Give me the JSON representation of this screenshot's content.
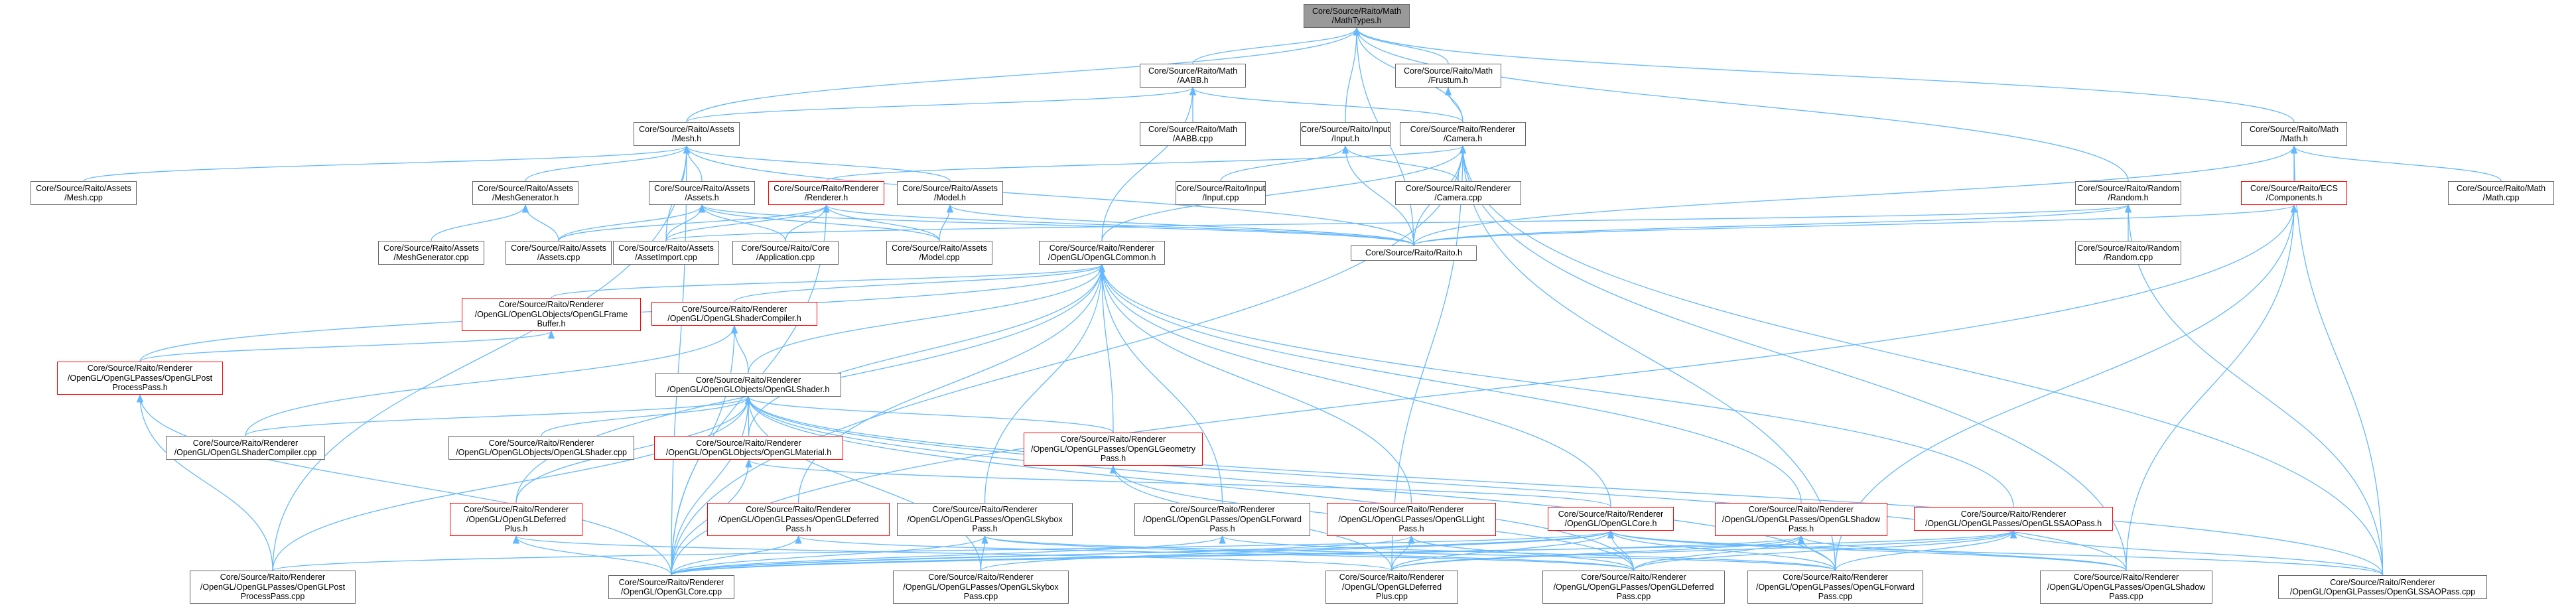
{
  "colors": {
    "edge": "#63b8ff",
    "node_border": "#666666",
    "highlight_border": "#ff0000",
    "root_fill": "#999999"
  },
  "nodes": {
    "mathtypes": [
      "Core/Source/Raito/Math",
      "/MathTypes.h"
    ],
    "aabb_h": [
      "Core/Source/Raito/Math",
      "/AABB.h"
    ],
    "frustum_h": [
      "Core/Source/Raito/Math",
      "/Frustum.h"
    ],
    "input_h": [
      "Core/Source/Raito/Input",
      "/Input.h"
    ],
    "camera_h": [
      "Core/Source/Raito/Renderer",
      "/Camera.h"
    ],
    "math_h": [
      "Core/Source/Raito/Math",
      "/Math.h"
    ],
    "mesh_h": [
      "Core/Source/Raito/Assets",
      "/Mesh.h"
    ],
    "aabb_cpp": [
      "Core/Source/Raito/Math",
      "/AABB.cpp"
    ],
    "input_cpp": [
      "Core/Source/Raito/Input",
      "/Input.cpp"
    ],
    "camera_cpp": [
      "Core/Source/Raito/Renderer",
      "/Camera.cpp"
    ],
    "random_h": [
      "Core/Source/Raito/Random",
      "/Random.h"
    ],
    "ecs_components_h": [
      "Core/Source/Raito/ECS",
      "/Components.h"
    ],
    "math_cpp": [
      "Core/Source/Raito/Math",
      "/Math.cpp"
    ],
    "mesh_cpp": [
      "Core/Source/Raito/Assets",
      "/Mesh.cpp"
    ],
    "meshgen_h": [
      "Core/Source/Raito/Assets",
      "/MeshGenerator.h"
    ],
    "assets_h": [
      "Core/Source/Raito/Assets",
      "/Assets.h"
    ],
    "renderer_h": [
      "Core/Source/Raito/Renderer",
      "/Renderer.h"
    ],
    "model_h": [
      "Core/Source/Raito/Assets",
      "/Model.h"
    ],
    "meshgen_cpp": [
      "Core/Source/Raito/Assets",
      "/MeshGenerator.cpp"
    ],
    "assets_cpp": [
      "Core/Source/Raito/Assets",
      "/Assets.cpp"
    ],
    "assetimport_cpp": [
      "Core/Source/Raito/Assets",
      "/AssetImport.cpp"
    ],
    "application_cpp": [
      "Core/Source/Raito/Core",
      "/Application.cpp"
    ],
    "model_cpp": [
      "Core/Source/Raito/Assets",
      "/Model.cpp"
    ],
    "raito_h": [
      "Core/Source/Raito/Raito.h"
    ],
    "random_cpp": [
      "Core/Source/Raito/Random",
      "/Random.cpp"
    ],
    "gl_common_h": [
      "Core/Source/Raito/Renderer",
      "/OpenGL/OpenGLCommon.h"
    ],
    "gl_framebuffer_h": [
      "Core/Source/Raito/Renderer",
      "/OpenGL/OpenGLObjects/OpenGLFrame",
      "Buffer.h"
    ],
    "gl_shadercompiler_h": [
      "Core/Source/Raito/Renderer",
      "/OpenGL/OpenGLShaderCompiler.h"
    ],
    "gl_postprocess_h": [
      "Core/Source/Raito/Renderer",
      "/OpenGL/OpenGLPasses/OpenGLPost",
      "ProcessPass.h"
    ],
    "gl_shader_h": [
      "Core/Source/Raito/Renderer",
      "/OpenGL/OpenGLObjects/OpenGLShader.h"
    ],
    "gl_shadercompiler_cpp": [
      "Core/Source/Raito/Renderer",
      "/OpenGL/OpenGLShaderCompiler.cpp"
    ],
    "gl_shader_cpp": [
      "Core/Source/Raito/Renderer",
      "/OpenGL/OpenGLObjects/OpenGLShader.cpp"
    ],
    "gl_material_h": [
      "Core/Source/Raito/Renderer",
      "/OpenGL/OpenGLObjects/OpenGLMaterial.h"
    ],
    "gl_geometry_h": [
      "Core/Source/Raito/Renderer",
      "/OpenGL/OpenGLPasses/OpenGLGeometry",
      "Pass.h"
    ],
    "gl_defplus_h": [
      "Core/Source/Raito/Renderer",
      "/OpenGL/OpenGLDeferred",
      "Plus.h"
    ],
    "gl_defpass_h": [
      "Core/Source/Raito/Renderer",
      "/OpenGL/OpenGLPasses/OpenGLDeferred",
      "Pass.h"
    ],
    "gl_skybox_h": [
      "Core/Source/Raito/Renderer",
      "/OpenGL/OpenGLPasses/OpenGLSkybox",
      "Pass.h"
    ],
    "gl_forward_h": [
      "Core/Source/Raito/Renderer",
      "/OpenGL/OpenGLPasses/OpenGLForward",
      "Pass.h"
    ],
    "gl_light_h": [
      "Core/Source/Raito/Renderer",
      "/OpenGL/OpenGLPasses/OpenGLLight",
      "Pass.h"
    ],
    "gl_core_h": [
      "Core/Source/Raito/Renderer",
      "/OpenGL/OpenGLCore.h"
    ],
    "gl_shadow_h": [
      "Core/Source/Raito/Renderer",
      "/OpenGL/OpenGLPasses/OpenGLShadow",
      "Pass.h"
    ],
    "gl_ssao_h": [
      "Core/Source/Raito/Renderer",
      "/OpenGL/OpenGLPasses/OpenGLSSAOPass.h"
    ],
    "gl_postprocess_cpp": [
      "Core/Source/Raito/Renderer",
      "/OpenGL/OpenGLPasses/OpenGLPost",
      "ProcessPass.cpp"
    ],
    "gl_core_cpp": [
      "Core/Source/Raito/Renderer",
      "/OpenGL/OpenGLCore.cpp"
    ],
    "gl_skybox_cpp": [
      "Core/Source/Raito/Renderer",
      "/OpenGL/OpenGLPasses/OpenGLSkybox",
      "Pass.cpp"
    ],
    "gl_defplus_cpp": [
      "Core/Source/Raito/Renderer",
      "/OpenGL/OpenGLDeferred",
      "Plus.cpp"
    ],
    "gl_defpass_cpp": [
      "Core/Source/Raito/Renderer",
      "/OpenGL/OpenGLPasses/OpenGLDeferred",
      "Pass.cpp"
    ],
    "gl_forward_cpp": [
      "Core/Source/Raito/Renderer",
      "/OpenGL/OpenGLPasses/OpenGLForward",
      "Pass.cpp"
    ],
    "gl_shadow_cpp": [
      "Core/Source/Raito/Renderer",
      "/OpenGL/OpenGLPasses/OpenGLShadow",
      "Pass.cpp"
    ],
    "gl_ssao_cpp": [
      "Core/Source/Raito/Renderer",
      "/OpenGL/OpenGLPasses/OpenGLSSAOPass.cpp"
    ]
  },
  "edges": [
    [
      "aabb_h",
      "mathtypes"
    ],
    [
      "frustum_h",
      "mathtypes"
    ],
    [
      "input_h",
      "mathtypes"
    ],
    [
      "camera_h",
      "mathtypes"
    ],
    [
      "math_h",
      "mathtypes"
    ],
    [
      "mesh_h",
      "mathtypes"
    ],
    [
      "random_h",
      "mathtypes"
    ],
    [
      "raito_h",
      "mathtypes"
    ],
    [
      "aabb_cpp",
      "aabb_h"
    ],
    [
      "mesh_h",
      "aabb_h"
    ],
    [
      "camera_h",
      "aabb_h"
    ],
    [
      "gl_common_h",
      "aabb_h"
    ],
    [
      "camera_h",
      "frustum_h"
    ],
    [
      "input_cpp",
      "input_h"
    ],
    [
      "camera_cpp",
      "input_h"
    ],
    [
      "raito_h",
      "input_h"
    ],
    [
      "camera_cpp",
      "camera_h"
    ],
    [
      "renderer_h",
      "camera_h"
    ],
    [
      "raito_h",
      "camera_h"
    ],
    [
      "gl_common_h",
      "camera_h"
    ],
    [
      "gl_core_cpp",
      "camera_h"
    ],
    [
      "gl_defplus_cpp",
      "camera_h"
    ],
    [
      "gl_forward_cpp",
      "camera_h"
    ],
    [
      "gl_shadow_cpp",
      "camera_h"
    ],
    [
      "gl_ssao_cpp",
      "camera_h"
    ],
    [
      "math_cpp",
      "math_h"
    ],
    [
      "ecs_components_h",
      "math_h"
    ],
    [
      "raito_h",
      "math_h"
    ],
    [
      "gl_ssao_cpp",
      "math_h"
    ],
    [
      "mesh_cpp",
      "mesh_h"
    ],
    [
      "meshgen_h",
      "mesh_h"
    ],
    [
      "assets_h",
      "mesh_h"
    ],
    [
      "model_h",
      "mesh_h"
    ],
    [
      "raito_h",
      "mesh_h"
    ],
    [
      "assetimport_cpp",
      "mesh_h"
    ],
    [
      "gl_core_cpp",
      "mesh_h"
    ],
    [
      "gl_postprocess_cpp",
      "mesh_h"
    ],
    [
      "meshgen_cpp",
      "meshgen_h"
    ],
    [
      "assets_cpp",
      "meshgen_h"
    ],
    [
      "assets_cpp",
      "assets_h"
    ],
    [
      "assetimport_cpp",
      "assets_h"
    ],
    [
      "application_cpp",
      "assets_h"
    ],
    [
      "model_cpp",
      "assets_h"
    ],
    [
      "raito_h",
      "assets_h"
    ],
    [
      "assets_cpp",
      "renderer_h"
    ],
    [
      "assetimport_cpp",
      "renderer_h"
    ],
    [
      "application_cpp",
      "renderer_h"
    ],
    [
      "model_cpp",
      "renderer_h"
    ],
    [
      "raito_h",
      "renderer_h"
    ],
    [
      "gl_core_cpp",
      "renderer_h"
    ],
    [
      "model_cpp",
      "model_h"
    ],
    [
      "raito_h",
      "model_h"
    ],
    [
      "random_cpp",
      "random_h"
    ],
    [
      "raito_h",
      "random_h"
    ],
    [
      "assetimport_cpp",
      "random_h"
    ],
    [
      "gl_ssao_cpp",
      "random_h"
    ],
    [
      "raito_h",
      "ecs_components_h"
    ],
    [
      "gl_core_cpp",
      "ecs_components_h"
    ],
    [
      "gl_forward_cpp",
      "ecs_components_h"
    ],
    [
      "gl_shadow_cpp",
      "ecs_components_h"
    ],
    [
      "gl_framebuffer_h",
      "gl_common_h"
    ],
    [
      "gl_shadercompiler_h",
      "gl_common_h"
    ],
    [
      "gl_postprocess_h",
      "gl_common_h"
    ],
    [
      "gl_shader_h",
      "gl_common_h"
    ],
    [
      "gl_material_h",
      "gl_common_h"
    ],
    [
      "gl_geometry_h",
      "gl_common_h"
    ],
    [
      "gl_defplus_h",
      "gl_common_h"
    ],
    [
      "gl_defpass_h",
      "gl_common_h"
    ],
    [
      "gl_skybox_h",
      "gl_common_h"
    ],
    [
      "gl_forward_h",
      "gl_common_h"
    ],
    [
      "gl_light_h",
      "gl_common_h"
    ],
    [
      "gl_core_h",
      "gl_common_h"
    ],
    [
      "gl_shadow_h",
      "gl_common_h"
    ],
    [
      "gl_ssao_h",
      "gl_common_h"
    ],
    [
      "gl_postprocess_h",
      "gl_framebuffer_h"
    ],
    [
      "gl_shader_h",
      "gl_shadercompiler_h"
    ],
    [
      "gl_shadercompiler_cpp",
      "gl_shadercompiler_h"
    ],
    [
      "gl_core_cpp",
      "gl_shadercompiler_h"
    ],
    [
      "gl_postprocess_cpp",
      "gl_postprocess_h"
    ],
    [
      "gl_core_cpp",
      "gl_postprocess_h"
    ],
    [
      "gl_shadercompiler_cpp",
      "gl_shader_h"
    ],
    [
      "gl_shader_cpp",
      "gl_shader_h"
    ],
    [
      "gl_material_h",
      "gl_shader_h"
    ],
    [
      "gl_geometry_h",
      "gl_shader_h"
    ],
    [
      "gl_defplus_h",
      "gl_shader_h"
    ],
    [
      "gl_core_cpp",
      "gl_shader_h"
    ],
    [
      "gl_postprocess_cpp",
      "gl_shader_h"
    ],
    [
      "gl_skybox_cpp",
      "gl_shader_h"
    ],
    [
      "gl_defpass_cpp",
      "gl_shader_h"
    ],
    [
      "gl_forward_cpp",
      "gl_shader_h"
    ],
    [
      "gl_shadow_cpp",
      "gl_shader_h"
    ],
    [
      "gl_ssao_cpp",
      "gl_shader_h"
    ],
    [
      "gl_core_h",
      "gl_material_h"
    ],
    [
      "gl_core_cpp",
      "gl_material_h"
    ],
    [
      "gl_defplus_cpp",
      "gl_geometry_h"
    ],
    [
      "gl_defpass_cpp",
      "gl_geometry_h"
    ],
    [
      "gl_core_cpp",
      "gl_defplus_h"
    ],
    [
      "gl_defplus_cpp",
      "gl_defplus_h"
    ],
    [
      "gl_core_cpp",
      "gl_defpass_h"
    ],
    [
      "gl_defpass_cpp",
      "gl_defpass_h"
    ],
    [
      "gl_core_cpp",
      "gl_skybox_h"
    ],
    [
      "gl_skybox_cpp",
      "gl_skybox_h"
    ],
    [
      "gl_forward_cpp",
      "gl_skybox_h"
    ],
    [
      "gl_defpass_cpp",
      "gl_skybox_h"
    ],
    [
      "gl_forward_cpp",
      "gl_forward_h"
    ],
    [
      "gl_core_cpp",
      "gl_forward_h"
    ],
    [
      "gl_defplus_cpp",
      "gl_light_h"
    ],
    [
      "gl_defpass_cpp",
      "gl_light_h"
    ],
    [
      "gl_core_cpp",
      "gl_light_h"
    ],
    [
      "gl_core_cpp",
      "gl_core_h"
    ],
    [
      "gl_postprocess_cpp",
      "gl_core_h"
    ],
    [
      "gl_skybox_cpp",
      "gl_core_h"
    ],
    [
      "gl_defplus_cpp",
      "gl_core_h"
    ],
    [
      "gl_defpass_cpp",
      "gl_core_h"
    ],
    [
      "gl_forward_cpp",
      "gl_core_h"
    ],
    [
      "gl_shadow_cpp",
      "gl_core_h"
    ],
    [
      "gl_ssao_cpp",
      "gl_core_h"
    ],
    [
      "gl_shadow_cpp",
      "gl_shadow_h"
    ],
    [
      "gl_core_cpp",
      "gl_shadow_h"
    ],
    [
      "gl_forward_cpp",
      "gl_shadow_h"
    ],
    [
      "gl_defplus_cpp",
      "gl_shadow_h"
    ],
    [
      "gl_defpass_cpp",
      "gl_shadow_h"
    ],
    [
      "gl_ssao_cpp",
      "gl_ssao_h"
    ],
    [
      "gl_core_cpp",
      "gl_ssao_h"
    ],
    [
      "gl_defplus_cpp",
      "gl_ssao_h"
    ],
    [
      "gl_defpass_cpp",
      "gl_ssao_h"
    ],
    [
      "gl_forward_cpp",
      "gl_ssao_h"
    ]
  ]
}
